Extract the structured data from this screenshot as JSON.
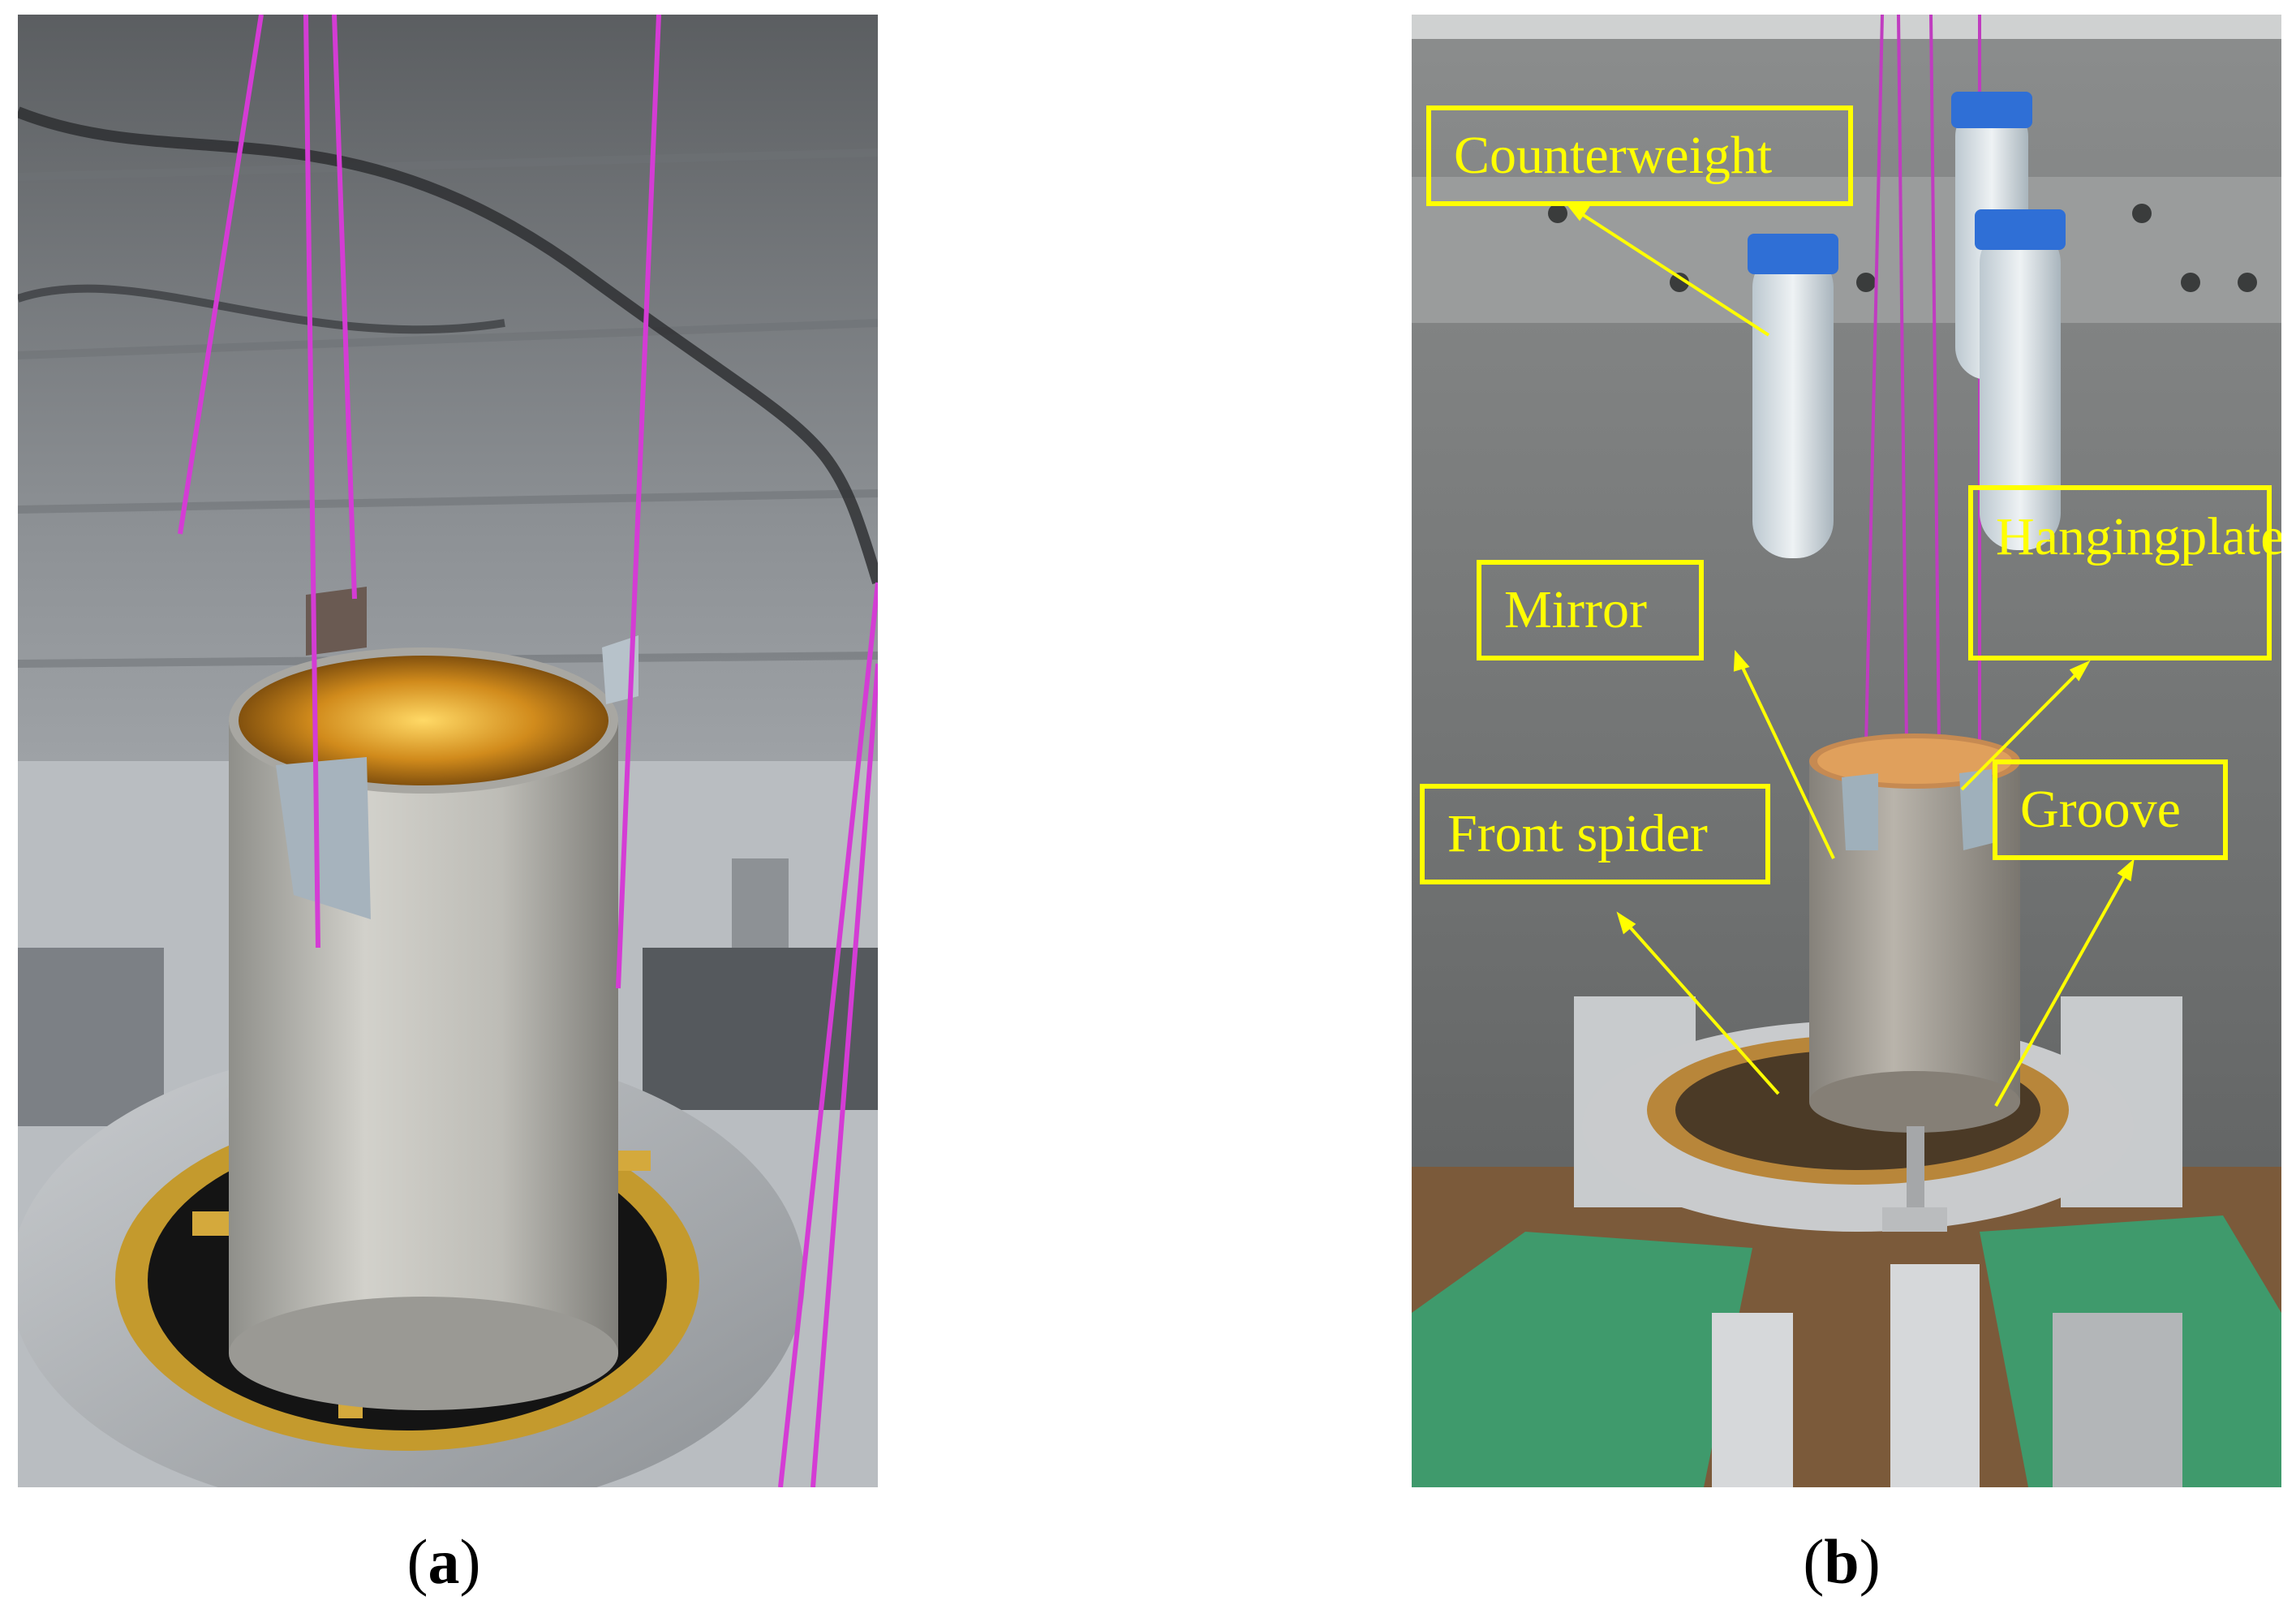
{
  "panels": {
    "a": {
      "caption_open": "(",
      "caption_letter": "a",
      "caption_close": ")"
    },
    "b": {
      "caption_open": "(",
      "caption_letter": "b",
      "caption_close": ")",
      "labels": {
        "counterweight": "Counterweight",
        "mirror": "Mirror",
        "hanging_plate_line1": "Hanging",
        "hanging_plate_line2": "plate",
        "front_spider": "Front spider",
        "groove": "Groove"
      }
    }
  },
  "colors": {
    "label": "#ffff00",
    "caption": "#000000"
  }
}
